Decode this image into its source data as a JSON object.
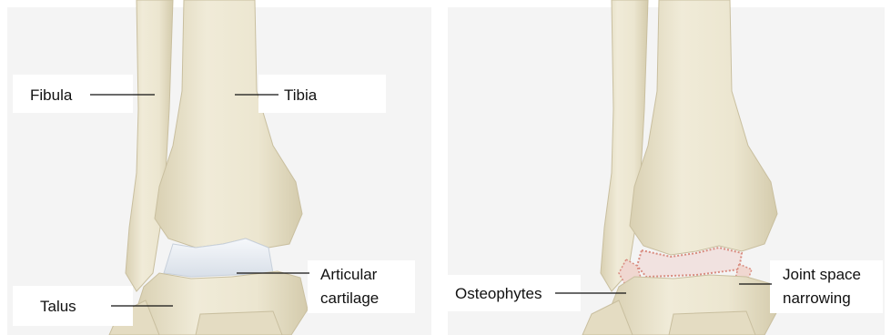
{
  "labels": {
    "fibula": "Fibula",
    "tibia": "Tibia",
    "talus": "Talus",
    "articular_cartilage_line1": "Articular",
    "articular_cartilage_line2": "cartilage",
    "osteophytes": "Osteophytes",
    "joint_space_line1": "Joint space",
    "joint_space_line2": "narrowing"
  },
  "colors": {
    "bone": "#ebe5cf",
    "bone_shadow": "#d6cdb0",
    "cartilage": "#e9eef4",
    "osteophyte": "#d98c80",
    "background_panel": "#f5f5f5",
    "label_box": "#ffffff"
  }
}
